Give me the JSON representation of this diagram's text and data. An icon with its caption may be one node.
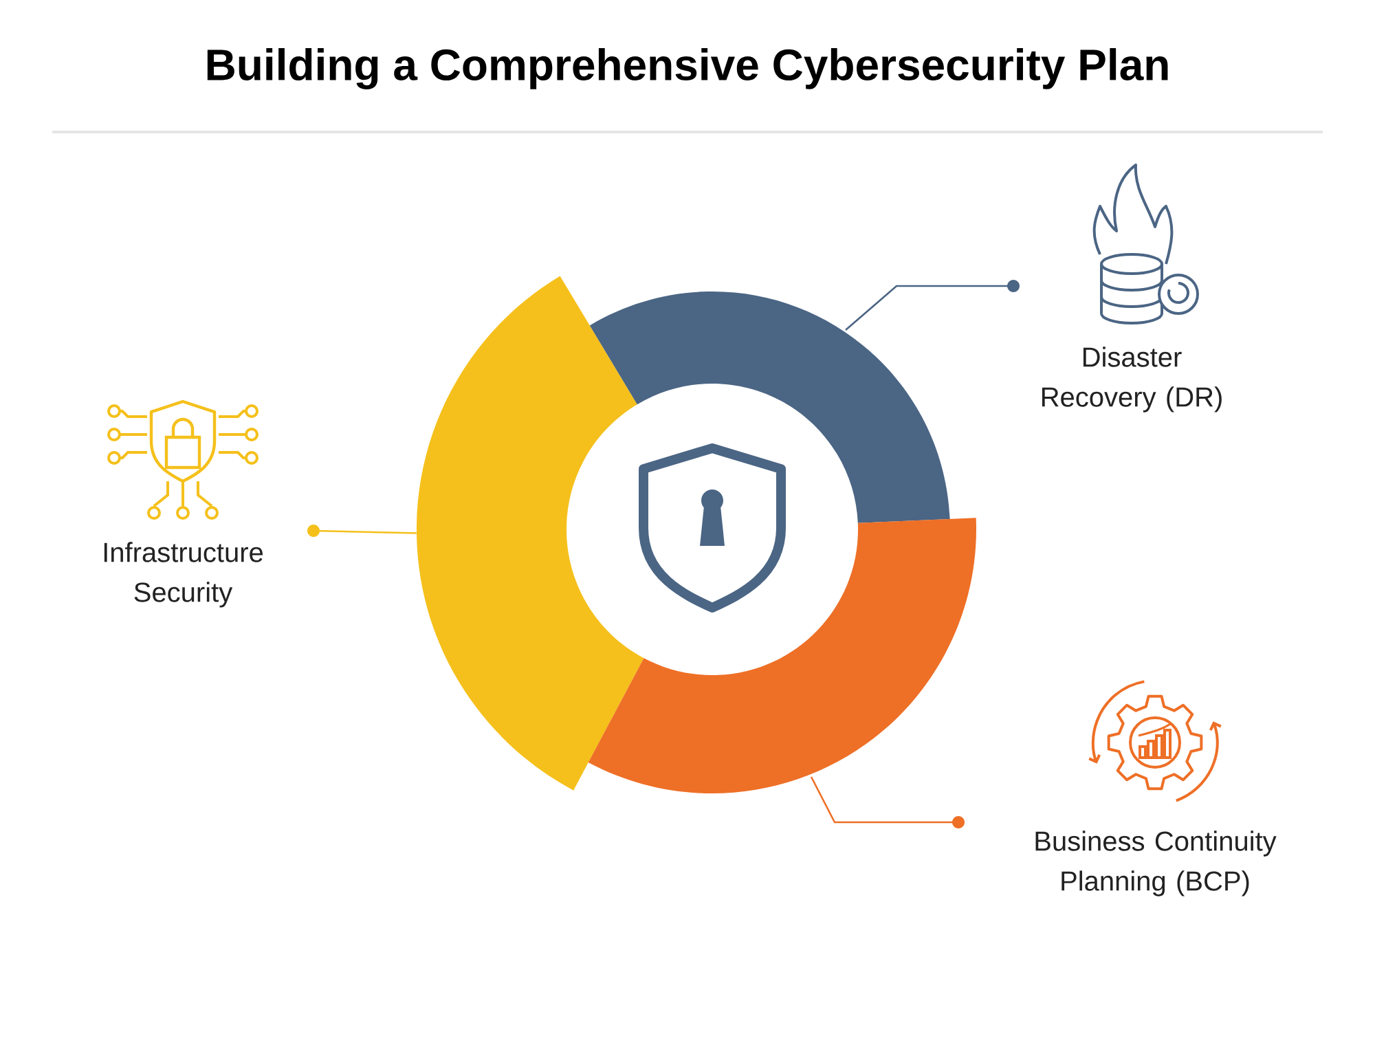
{
  "diagram": {
    "title": "Building a Comprehensive Cybersecurity Plan",
    "nodes": [
      {
        "text": [
          "Infrastructure Security"
        ]
      },
      {
        "text": [
          "Disaster Recovery (DR)"
        ]
      },
      {
        "text": [
          "Business Continuity Planning (BCP)"
        ]
      },
      {
        "text": [],
        "shape": "arc"
      },
      {
        "text": [],
        "shape": "arc"
      },
      {
        "text": [],
        "shape": "arc"
      }
    ],
    "edges": [
      {
        "from": 0,
        "to": 3,
        "arrow": "other",
        "color": "#f5c01b"
      },
      {
        "from": 1,
        "to": 4,
        "arrow": "other",
        "color": "#4b6584"
      },
      {
        "from": 2,
        "to": 5,
        "arrow": "other",
        "color": "#ee6f26"
      }
    ]
  }
}
